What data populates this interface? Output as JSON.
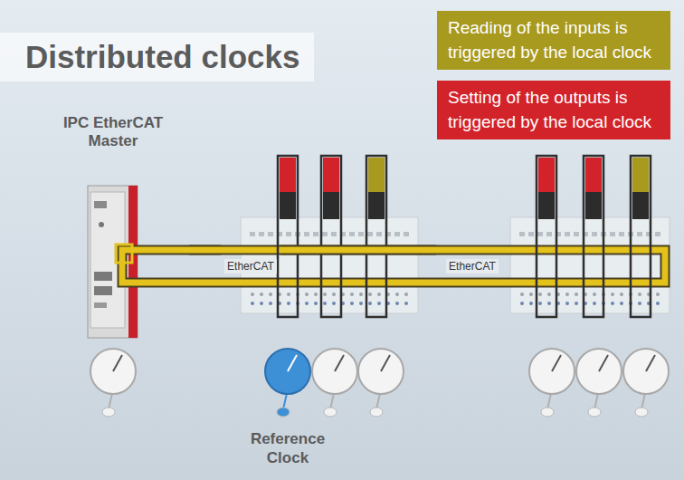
{
  "diagram": {
    "title": "Distributed clocks",
    "nodes": [
      {
        "text": [
          "IPC EtherCAT Master"
        ]
      },
      {
        "text": [
          "EtherCAT"
        ]
      },
      {
        "text": [
          "EtherCAT"
        ]
      }
    ],
    "edges": [
      {
        "from": 0,
        "to": 1,
        "arrow": "none"
      },
      {
        "from": 1,
        "to": 2,
        "arrow": "none"
      }
    ],
    "labels": [
      "Reference Clock"
    ],
    "legend": [
      {
        "text": "Reading of the inputs is triggered by the local clock",
        "color": "#a8991f"
      },
      {
        "text": "Setting of the outputs is triggered by the local clock",
        "color": "#d3232a"
      }
    ]
  }
}
